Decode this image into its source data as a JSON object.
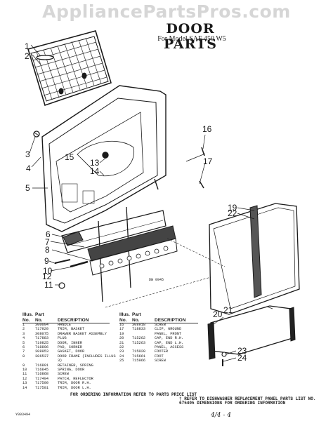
{
  "watermark": "AppliancePartsPros.com",
  "title": "DOOR PARTS",
  "subtitle": "For Model SAF 450 W5",
  "drawing_code": "DW 0945",
  "callouts": [
    "1",
    "2",
    "3",
    "4",
    "5",
    "6",
    "7",
    "8",
    "9",
    "10",
    "11",
    "12",
    "13",
    "14",
    "15",
    "16",
    "17",
    "19",
    "20",
    "21",
    "22",
    "23",
    "24"
  ],
  "table_headers": {
    "illus": "Illus.",
    "no": "No.",
    "part": "Part",
    "part_no": "No.",
    "description": "DESCRIPTION"
  },
  "left_rows": [
    [
      "1",
      "300094",
      "HANDLE"
    ],
    [
      "2",
      "717920",
      "TRIM, BASKET"
    ],
    [
      "3",
      "308075",
      "DRAWER BASKET ASSEMBLY"
    ],
    [
      "4",
      "717883",
      "PLUG"
    ],
    [
      "5",
      "719825",
      "DOOR, INNER"
    ],
    [
      "6",
      "718896",
      "PAD, CORNER"
    ],
    [
      "7",
      "308953",
      "GASKET, DOOR"
    ],
    [
      "8",
      "306537",
      "DOOR FRAME (INCLUDES ILLUS 3)"
    ],
    [
      "9",
      "716801",
      "RETAINER, SPRING"
    ],
    [
      "10",
      "716845",
      "SPRING, DOOR"
    ],
    [
      "11",
      "716868",
      "SCREW"
    ],
    [
      "12",
      "717404",
      "PATCH, REFLECTOR"
    ],
    [
      "13",
      "717500",
      "TRIM, DOOR R.H."
    ],
    [
      "14",
      "717501",
      "TRIM, DOOR L.H."
    ]
  ],
  "right_rows": [
    [
      "16",
      "308918",
      "SCREW"
    ],
    [
      "17",
      "718833",
      "CLIP, GROUND"
    ],
    [
      "19",
      "",
      "PANEL, FRONT"
    ],
    [
      "20",
      "715262",
      "CAP, END R.H."
    ],
    [
      "21",
      "715263",
      "CAP, END L.H."
    ],
    [
      "22",
      "",
      "PANEL, ACCESS"
    ],
    [
      "23",
      "715028",
      "FOOTER"
    ],
    [
      "24",
      "715661",
      "FOOT"
    ],
    [
      "25",
      "715966",
      "SCREW"
    ]
  ],
  "footer_text": "FOR ORDERING INFORMATION REFER TO PARTS PRICE LIST",
  "refer_note": "† REFER TO DISHWASHER REPLACEMENT PANEL PARTS LIST NO. 675405 DIMENSIONS FOR ORDERING INFORMATION",
  "page_code": "Y003494",
  "scribble": "4/4 - 4"
}
